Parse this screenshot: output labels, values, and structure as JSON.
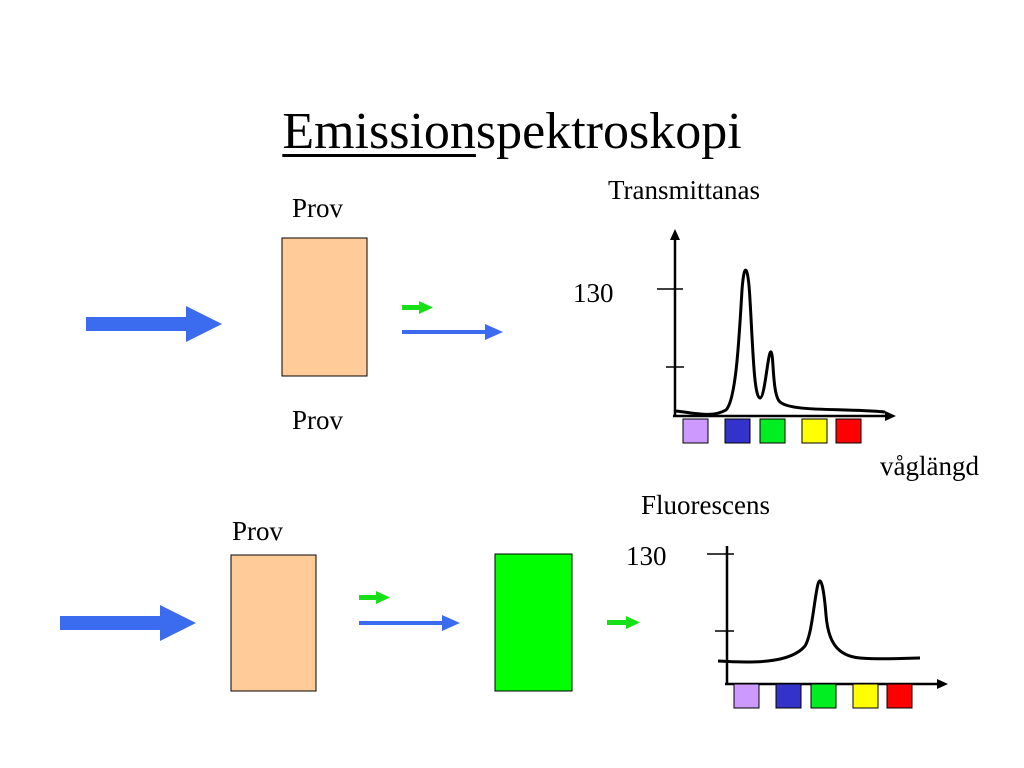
{
  "title": {
    "underlined": "Emission",
    "rest": "spektroskopi"
  },
  "top_panel": {
    "sample_label_above": "Prov",
    "sample_label_below": "Prov",
    "graph": {
      "ylabel": "Transmittanas",
      "tick_label": "130",
      "xlabel": "våglängd"
    }
  },
  "bottom_panel": {
    "sample_label": "Prov",
    "graph": {
      "ylabel": "Fluorescens",
      "tick_label": "130"
    }
  },
  "colors": {
    "beam_blue": "#3b6cf0",
    "beam_green": "#18e018",
    "sample": "#ffcc99",
    "filter_green": "#00ff00",
    "swatches": [
      "#cc99ff",
      "#3333cc",
      "#00ee22",
      "#ffff00",
      "#ff0000"
    ]
  }
}
